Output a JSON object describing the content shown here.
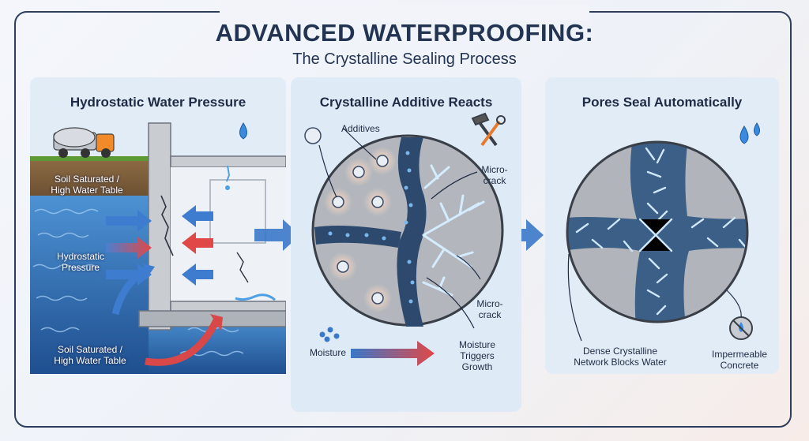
{
  "header": {
    "title": "ADVANCED WATERPROOFING:",
    "subtitle": "The Crystalline Sealing Process"
  },
  "panels": [
    {
      "heading": "Hydrostatic Water Pressure",
      "labels": {
        "soil_top": "Soil Saturated /\nHigh Water Table",
        "pressure": "Hydrostatic\nPressure",
        "soil_bottom": "Soil Saturated /\nHigh Water Table"
      }
    },
    {
      "heading": "Crystalline Additive Reacts",
      "labels": {
        "additives": "Additives",
        "micro_crack_top": "Micro-\ncrack",
        "micro_crack_bottom": "Micro-\ncrack",
        "moisture": "Moisture",
        "moisture_triggers": "Moisture\nTriggers\nGrowth"
      }
    },
    {
      "heading": "Pores Seal Automatically",
      "labels": {
        "dense_network": "Dense Crystalline\nNetwork Blocks Water",
        "impermeable": "Impermeable\nConcrete"
      }
    }
  ],
  "colors": {
    "navy": "#233453",
    "water": "#2f6fb0",
    "arrow_blue": "#3a78c9",
    "arrow_red": "#e04848",
    "concrete": "#b9bcc2",
    "crystal": "#8fc4ea"
  },
  "icons": [
    "concrete-mixer-truck-icon",
    "water-drop-icon",
    "virus-additive-icon",
    "hammer-wrench-icon",
    "water-drops-icon",
    "no-water-icon"
  ]
}
